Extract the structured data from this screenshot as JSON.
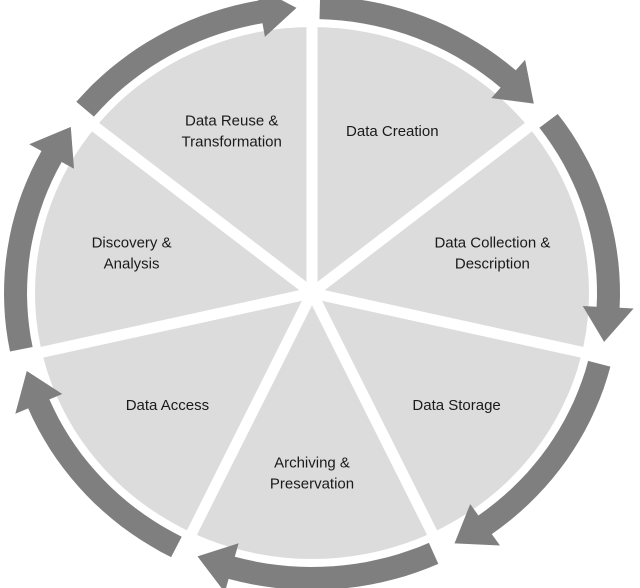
{
  "diagram": {
    "stages": [
      {
        "lines": [
          "Data Creation"
        ]
      },
      {
        "lines": [
          "Data Collection &",
          "Description"
        ]
      },
      {
        "lines": [
          "Data Storage"
        ]
      },
      {
        "lines": [
          "Archiving &",
          "Preservation"
        ]
      },
      {
        "lines": [
          "Data Access"
        ]
      },
      {
        "lines": [
          "Discovery &",
          "Analysis"
        ]
      },
      {
        "lines": [
          "Data Reuse &",
          "Transformation"
        ]
      }
    ],
    "colors": {
      "segment_fill": "#dcdcdc",
      "arrow_fill": "#7f7f7f",
      "separator": "#ffffff",
      "text": "#1a1a1a"
    }
  }
}
